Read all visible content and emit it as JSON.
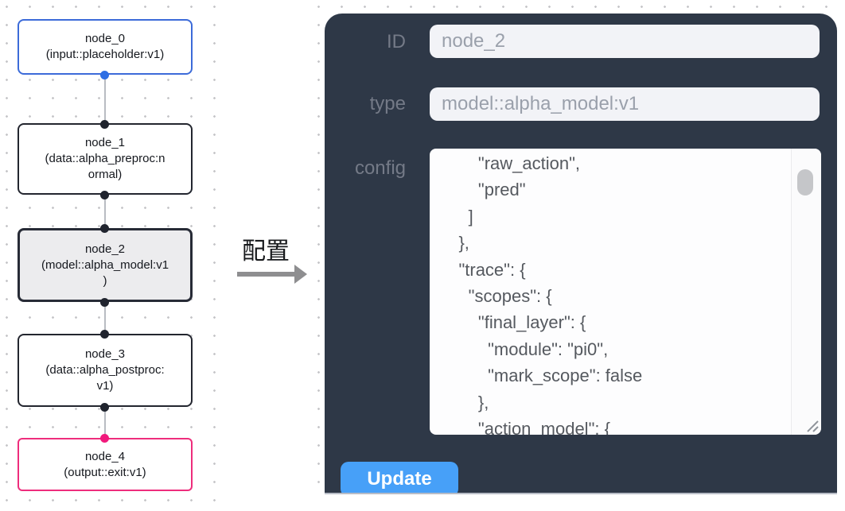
{
  "graph": {
    "nodes": [
      {
        "name": "node_0",
        "label": "node_0\n(input::placeholder:v1)",
        "role": "input"
      },
      {
        "name": "node_1",
        "label": "node_1\n(data::alpha_preproc:n\normal)",
        "role": "default"
      },
      {
        "name": "node_2",
        "label": "node_2\n(model::alpha_model:v1\n)",
        "role": "selected"
      },
      {
        "name": "node_3",
        "label": "node_3\n(data::alpha_postproc:\nv1)",
        "role": "default"
      },
      {
        "name": "node_4",
        "label": "node_4\n(output::exit:v1)",
        "role": "output"
      }
    ]
  },
  "annotation": {
    "label": "配置",
    "arrow": "right-arrow"
  },
  "panel": {
    "id_label": "ID",
    "id_value": "node_2",
    "type_label": "type",
    "type_value": "model::alpha_model:v1",
    "config_label": "config",
    "config_json": "        \"raw_action\",\n        \"pred\"\n      ]\n    },\n    \"trace\": {\n      \"scopes\": {\n        \"final_layer\": {\n          \"module\": \"pi0\",\n          \"mark_scope\": false\n        },\n        \"action_model\": {",
    "update_label": "Update"
  },
  "colors": {
    "panel_bg": "#2e3847",
    "node_input_border": "#3c6bd9",
    "node_default_border": "#23262f",
    "node_selected_bg": "#ececee",
    "node_output_border": "#ee2d7c",
    "port_input": "#2f6fe4",
    "port_default": "#20242e",
    "port_output": "#f1197c",
    "update_button_bg": "#47a0f8",
    "grid_dot": "#c6c6c9"
  }
}
